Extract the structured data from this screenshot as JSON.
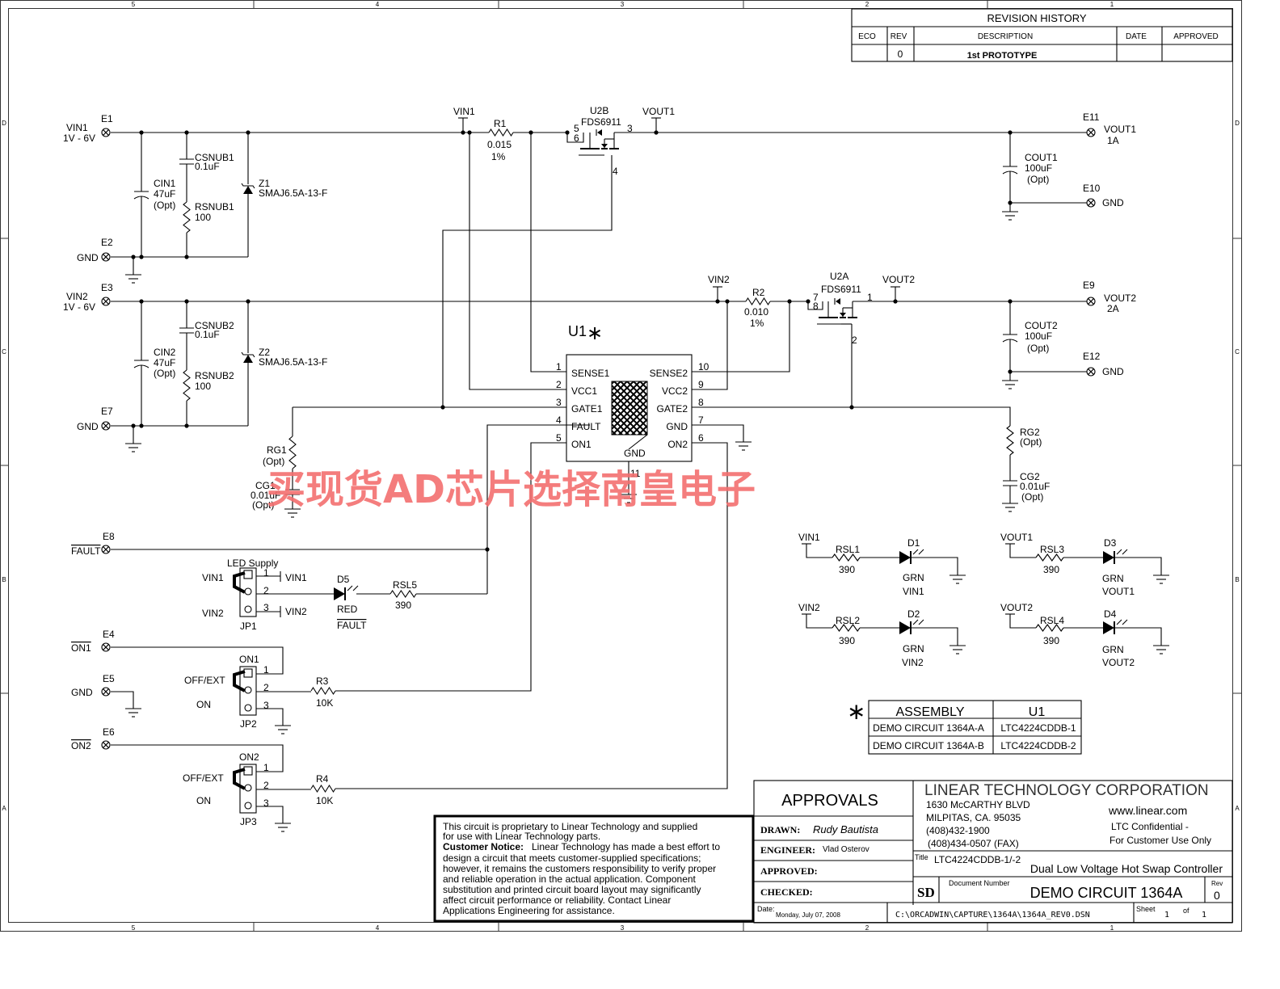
{
  "zones_top": [
    "5",
    "4",
    "3",
    "2",
    "1"
  ],
  "zones_side": [
    "D",
    "C",
    "B",
    "A"
  ],
  "revision_history": {
    "title": "REVISION HISTORY",
    "headers": [
      "ECO",
      "REV",
      "DESCRIPTION",
      "DATE",
      "APPROVED"
    ],
    "row": {
      "eco": "",
      "rev": "0",
      "description": "1st PROTOTYPE",
      "date": "",
      "approved": ""
    }
  },
  "labels": {
    "e1": "E1",
    "vin1": "VIN1",
    "range": "1V - 6V",
    "e2": "E2",
    "gnd": "GND",
    "e3": "E3",
    "vin2": "VIN2",
    "e7": "E7",
    "csnub1": "CSNUB1",
    "csnub2": "CSNUB2",
    "uf01": "0.1uF",
    "cin1": "CIN1",
    "cin2": "CIN2",
    "uf47": "47uF",
    "opt": "(Opt)",
    "rsnub1": "RSNUB1",
    "rsnub2": "RSNUB2",
    "r100": "100",
    "z1": "Z1",
    "z2": "Z2",
    "smaj": "SMAJ6.5A-13-F",
    "r1": "R1",
    "r1_val": "0.015",
    "pct1": "1%",
    "r2": "R2",
    "r2_val": "0.010",
    "u2b": "U2B",
    "u2a": "U2A",
    "fds": "FDS6911",
    "vout1": "VOUT1",
    "vout2": "VOUT2",
    "e11": "E11",
    "a1": "1A",
    "e10": "E10",
    "cout1": "COUT1",
    "cout2": "COUT2",
    "uf100": "100uF",
    "e9": "E9",
    "a2": "2A",
    "e12": "E12",
    "u1": "U1",
    "star": "∗",
    "rg1": "RG1",
    "rg2": "RG2",
    "cg1": "CG1",
    "cg2": "CG2",
    "uf001": "0.01uF",
    "e8": "E8",
    "fault": "FAULT",
    "led_supply": "LED Supply",
    "jp1": "JP1",
    "jp2": "JP2",
    "jp3": "JP3",
    "d5": "D5",
    "red": "RED",
    "rsl5": "RSL5",
    "r390": "390",
    "e4": "E4",
    "on1": "ON1",
    "e5": "E5",
    "e6": "E6",
    "on2": "ON2",
    "offext": "OFF/EXT",
    "on": "ON",
    "r3": "R3",
    "r4": "R4",
    "k10": "10K",
    "rsl1": "RSL1",
    "rsl2": "RSL2",
    "rsl3": "RSL3",
    "rsl4": "RSL4",
    "d1": "D1",
    "d2": "D2",
    "d3": "D3",
    "d4": "D4",
    "grn": "GRN",
    "p1": "1",
    "p2": "2",
    "p3": "3",
    "p4": "4",
    "p5": "5",
    "p6": "6",
    "p7": "7",
    "p8": "8",
    "p9": "9",
    "p10": "10",
    "p11": "11"
  },
  "u1_pins": {
    "left": [
      "SENSE1",
      "VCC1",
      "GATE1",
      "FAULT",
      "ON1"
    ],
    "right": [
      "SENSE2",
      "VCC2",
      "GATE2",
      "GND",
      "ON2"
    ],
    "bottom": "GND"
  },
  "assembly_table": {
    "marker": "∗",
    "headers": [
      "ASSEMBLY",
      "U1"
    ],
    "rows": [
      [
        "DEMO CIRCUIT 1364A-A",
        "LTC4224CDDB-1"
      ],
      [
        "DEMO CIRCUIT 1364A-B",
        "LTC4224CDDB-2"
      ]
    ]
  },
  "notice": {
    "line1": "This circuit is proprietary to Linear Technology and supplied",
    "line2": "for use with Linear Technology parts.",
    "bold": "Customer Notice:",
    "line3": "Linear Technology has made a best effort to",
    "line4": "design a circuit that meets customer-supplied specifications;",
    "line5": "however, it remains the customers responsibility to verify proper",
    "line6": "and reliable operation in the actual application. Component",
    "line7": "substitution and printed circuit board layout may significantly",
    "line8": "affect circuit performance or reliability. Contact Linear",
    "line9": "Applications Engineering for assistance."
  },
  "title_block": {
    "approvals": "APPROVALS",
    "drawn_label": "DRAWN:",
    "drawn": "Rudy Bautista",
    "engineer_label": "ENGINEER:",
    "engineer": "Vlad Osterov",
    "approved_label": "APPROVED:",
    "checked_label": "CHECKED:",
    "company": "LINEAR TECHNOLOGY CORPORATION",
    "addr1": "1630 McCARTHY BLVD",
    "addr2": "MILPITAS, CA. 95035",
    "phone": "(408)432-1900",
    "fax": "(408)434-0507 (FAX)",
    "web": "www.linear.com",
    "conf1": "LTC Confidential -",
    "conf2": "For Customer Use Only",
    "title_label": "Title",
    "title_part": "LTC4224CDDB-1/-2",
    "title": "Dual Low Voltage Hot Swap Controller",
    "size": "SD",
    "docnum_label": "Document Number",
    "docnum": "DEMO CIRCUIT 1364A",
    "rev_label": "Rev",
    "rev": "0",
    "date_label": "Date:",
    "date": "Monday, July 07, 2008",
    "path": "C:\\ORCADWIN\\CAPTURE\\1364A\\1364A_REV0.DSN",
    "sheet_label": "Sheet",
    "sheet": "1",
    "of_label": "of",
    "sheets": "1"
  },
  "watermark": "买现货AD芯片选择南皇电子",
  "colors": {
    "ink": "#000000",
    "watermark": "#f36f6f"
  }
}
